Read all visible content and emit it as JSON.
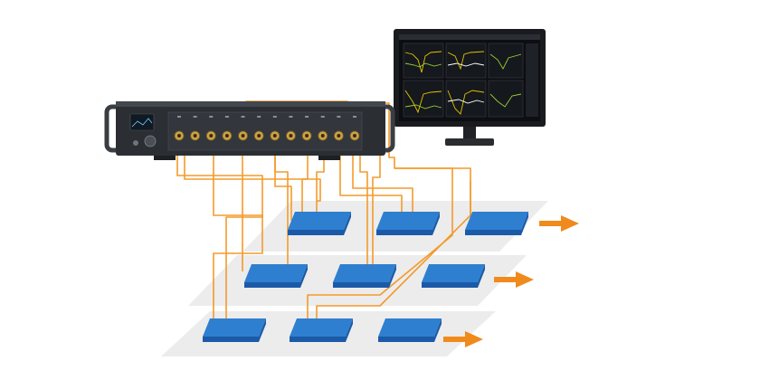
{
  "diagram": {
    "instrument": {
      "name": "multiport-vector-network-analyzer",
      "port_count": 12,
      "panel_color": "#2b2e33",
      "connector_color": "#caa24a"
    },
    "monitor": {
      "plot_panels": 6,
      "trace_colors": [
        "#e2c400",
        "#9acd32",
        "#ffffff"
      ]
    },
    "test_rows": [
      {
        "row": 1,
        "devices": 3,
        "cabled_devices": 2
      },
      {
        "row": 2,
        "devices": 3,
        "cabled_devices": 2
      },
      {
        "row": 3,
        "devices": 3,
        "cabled_devices": 2
      }
    ],
    "colors": {
      "cable": "#f39a2b",
      "device_top": "#2f7fd0",
      "device_side": "#1b5aa8",
      "tray": "#ececec",
      "arrow": "#f08a1c"
    }
  }
}
